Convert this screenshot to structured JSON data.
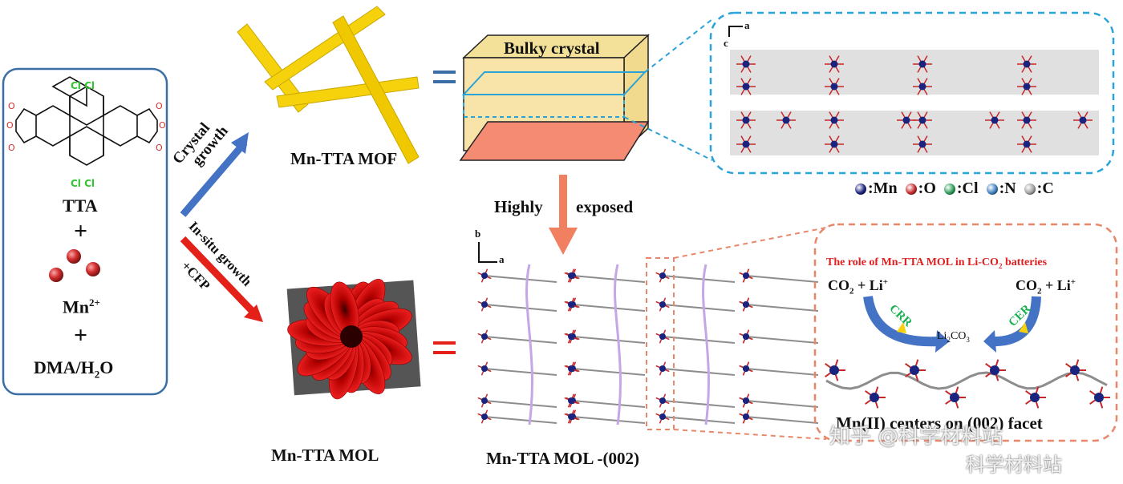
{
  "reactants": {
    "cl_top": "Cl Cl",
    "cl_bottom": "Cl Cl",
    "ligand_name": "TTA",
    "plus1": "+",
    "metal_sup": "2+",
    "metal_base": "Mn",
    "plus2": "+",
    "solvent": "DMA/H",
    "solvent_sub": "2",
    "solvent_end": "O"
  },
  "arrows": {
    "crystal_growth_1": "Crystal",
    "crystal_growth_2": "growth",
    "insitu_1": "In-situ growth",
    "insitu_2": "+CFP"
  },
  "mof": {
    "label": "Mn-TTA MOF",
    "equals": "=",
    "crystal_label": "Bulky crystal"
  },
  "exposed": {
    "left": "Highly",
    "right": "exposed"
  },
  "mol": {
    "label": "Mn-TTA MOL",
    "equals": "=",
    "facet_label": "Mn-TTA MOL -(002)"
  },
  "axes": {
    "top_x": "a",
    "top_y": "c",
    "bottom_x": "a",
    "bottom_y": "b"
  },
  "legend": [
    {
      "label": ":Mn",
      "color": "#1a237e"
    },
    {
      "label": ":O",
      "color": "#c62828"
    },
    {
      "label": ":Cl",
      "color": "#2e9d5a"
    },
    {
      "label": ":N",
      "color": "#3f7fc0"
    },
    {
      "label": ":C",
      "color": "#9e9e9e"
    }
  ],
  "battery": {
    "title": "The role of Mn-TTA MOL in Li-CO",
    "title_sub": "2",
    "title_end": " batteries",
    "left_reactants": "CO",
    "left_sub": "2",
    "left_plus": " +  Li",
    "left_sup": "+",
    "right_reactants": "CO",
    "right_sub": "2",
    "right_plus": " +  Li",
    "right_sup": "+",
    "crr": "CRR",
    "cer": "CER",
    "product": "Li",
    "product_sub": "2",
    "product_end": "CO",
    "product_sub2": "3",
    "bottom_caption": "Mn(II) centers on (002) facet"
  },
  "watermark": {
    "line1": "知乎 @科学材料站",
    "line2": "科学材料站"
  },
  "colors": {
    "frame_blue": "#3a6ea5",
    "dash_cyan": "#2aa3d8",
    "dash_orange": "#e8876a",
    "arrow_blue": "#4472c4",
    "arrow_red": "#e32119",
    "arrow_orange": "#f08060",
    "battery_title": "#e02020",
    "crr_green": "#19b050"
  }
}
